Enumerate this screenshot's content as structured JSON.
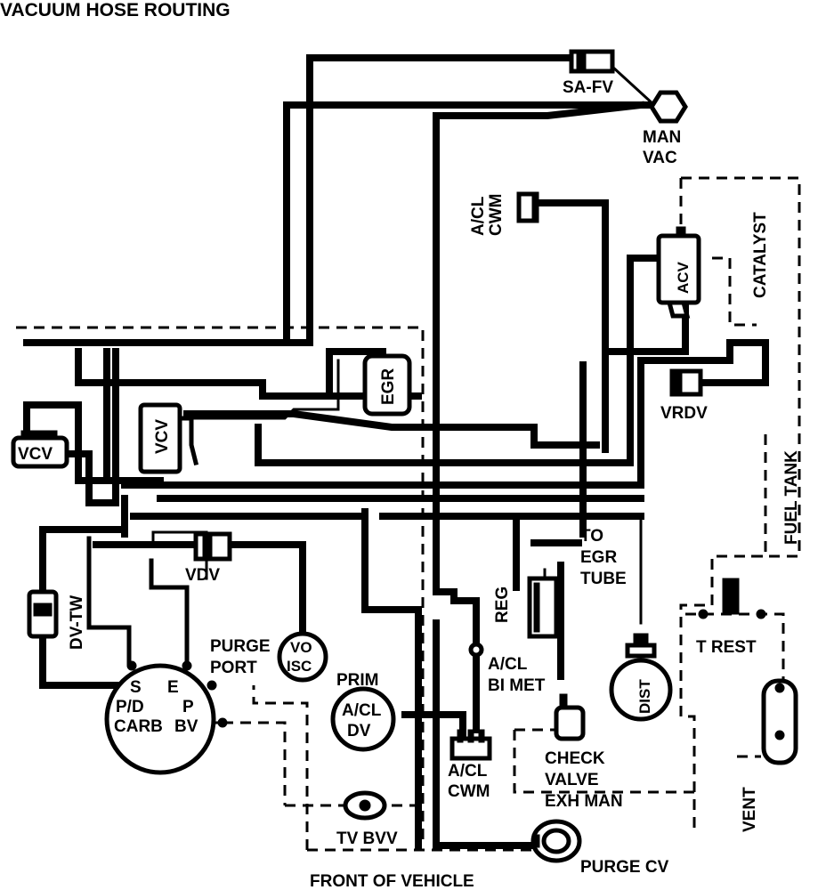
{
  "title": "VACUUM HOSE ROUTING",
  "labels": {
    "sa_fv": "SA-FV",
    "man": "MAN",
    "vac": "VAC",
    "acl_cwm_top_1": "A/CL",
    "acl_cwm_top_2": "CWM",
    "catalyst": "CATALYST",
    "acv": "ACV",
    "egr": "EGR",
    "vcv_center": "VCV",
    "vcv_left": "VCV",
    "vrdv": "VRDV",
    "fuel_tank": "FUEL TANK",
    "dv_tw": "DV-TW",
    "vdv": "VDV",
    "to": "TO",
    "egr_tube_1": "EGR",
    "tube": "TUBE",
    "reg": "REG",
    "purge": "PURGE",
    "port": "PORT",
    "vo": "VO",
    "isc": "ISC",
    "prim": "PRIM",
    "acl_bimet_1": "A/CL",
    "bi_met": "BI MET",
    "dist": "DIST",
    "t_rest": "T REST",
    "s": "S",
    "e": "E",
    "pd": "P/D",
    "p": "P",
    "carb": "CARB",
    "bv": "BV",
    "acl_dv_1": "A/CL",
    "dv": "DV",
    "acl_cwm_bot_1": "A/CL",
    "acl_cwm_bot_2": "CWM",
    "check": "CHECK",
    "valve": "VALVE",
    "exh_man": "EXH MAN",
    "vent": "VENT",
    "tv_bvv": "TV BVV",
    "purge_cv": "PURGE CV",
    "front_of_vehicle": "FRONT OF VEHICLE"
  }
}
